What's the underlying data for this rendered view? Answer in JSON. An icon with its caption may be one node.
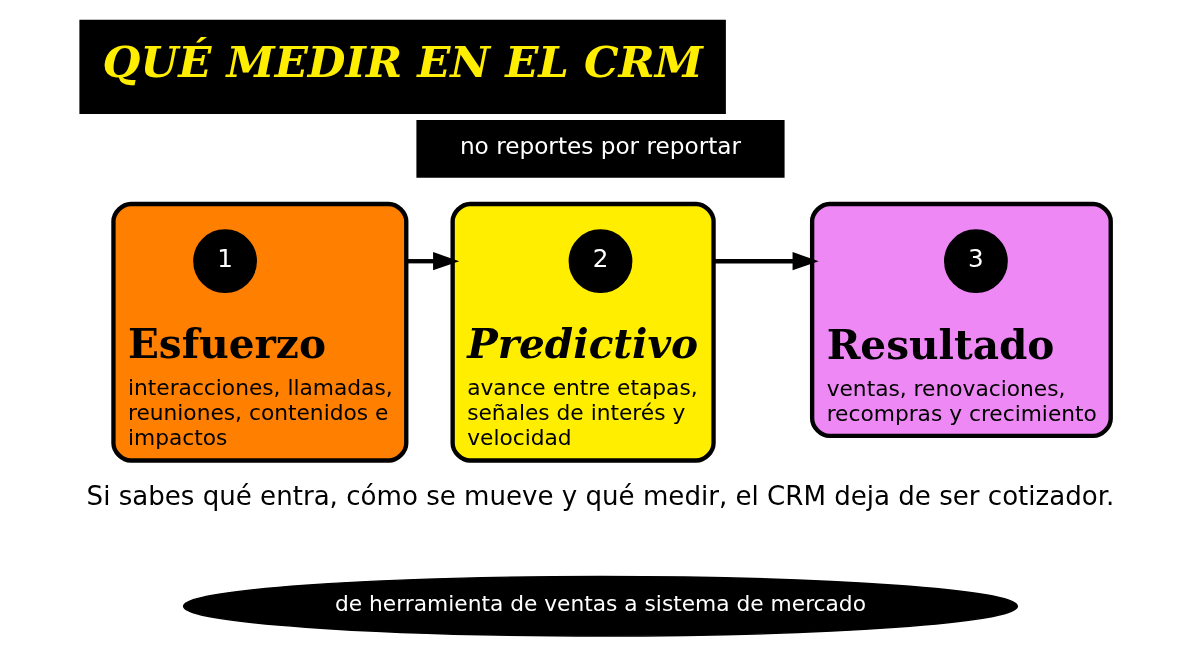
{
  "diagram": {
    "title": "QUÉ MEDIR EN EL CRM",
    "nodes": [
      {
        "text": [
          "Esfuerzo",
          "interacciones, llamadas, reuniones, contenidos e impactos"
        ]
      },
      {
        "text": [
          "1"
        ],
        "in": 0
      },
      {
        "text": [
          "Predictivo",
          "avance entre etapas, señales de interés y velocidad"
        ]
      },
      {
        "text": [
          "2"
        ],
        "in": 2
      },
      {
        "text": [
          "Resultado",
          "ventas, renovaciones, recompras y crecimiento"
        ]
      },
      {
        "text": [
          "3"
        ],
        "in": 4
      },
      {
        "text": [
          "de herramienta de ventas a sistema de mercado"
        ]
      }
    ],
    "edges": [
      {
        "from": 0,
        "to": 2,
        "arrow": "to"
      },
      {
        "from": 2,
        "to": 4,
        "arrow": "to"
      }
    ],
    "labels": [
      "no reportes por reportar",
      "Si sabes qué entra, cómo se mueve y qué medir, el CRM deja de ser cotizador."
    ]
  }
}
